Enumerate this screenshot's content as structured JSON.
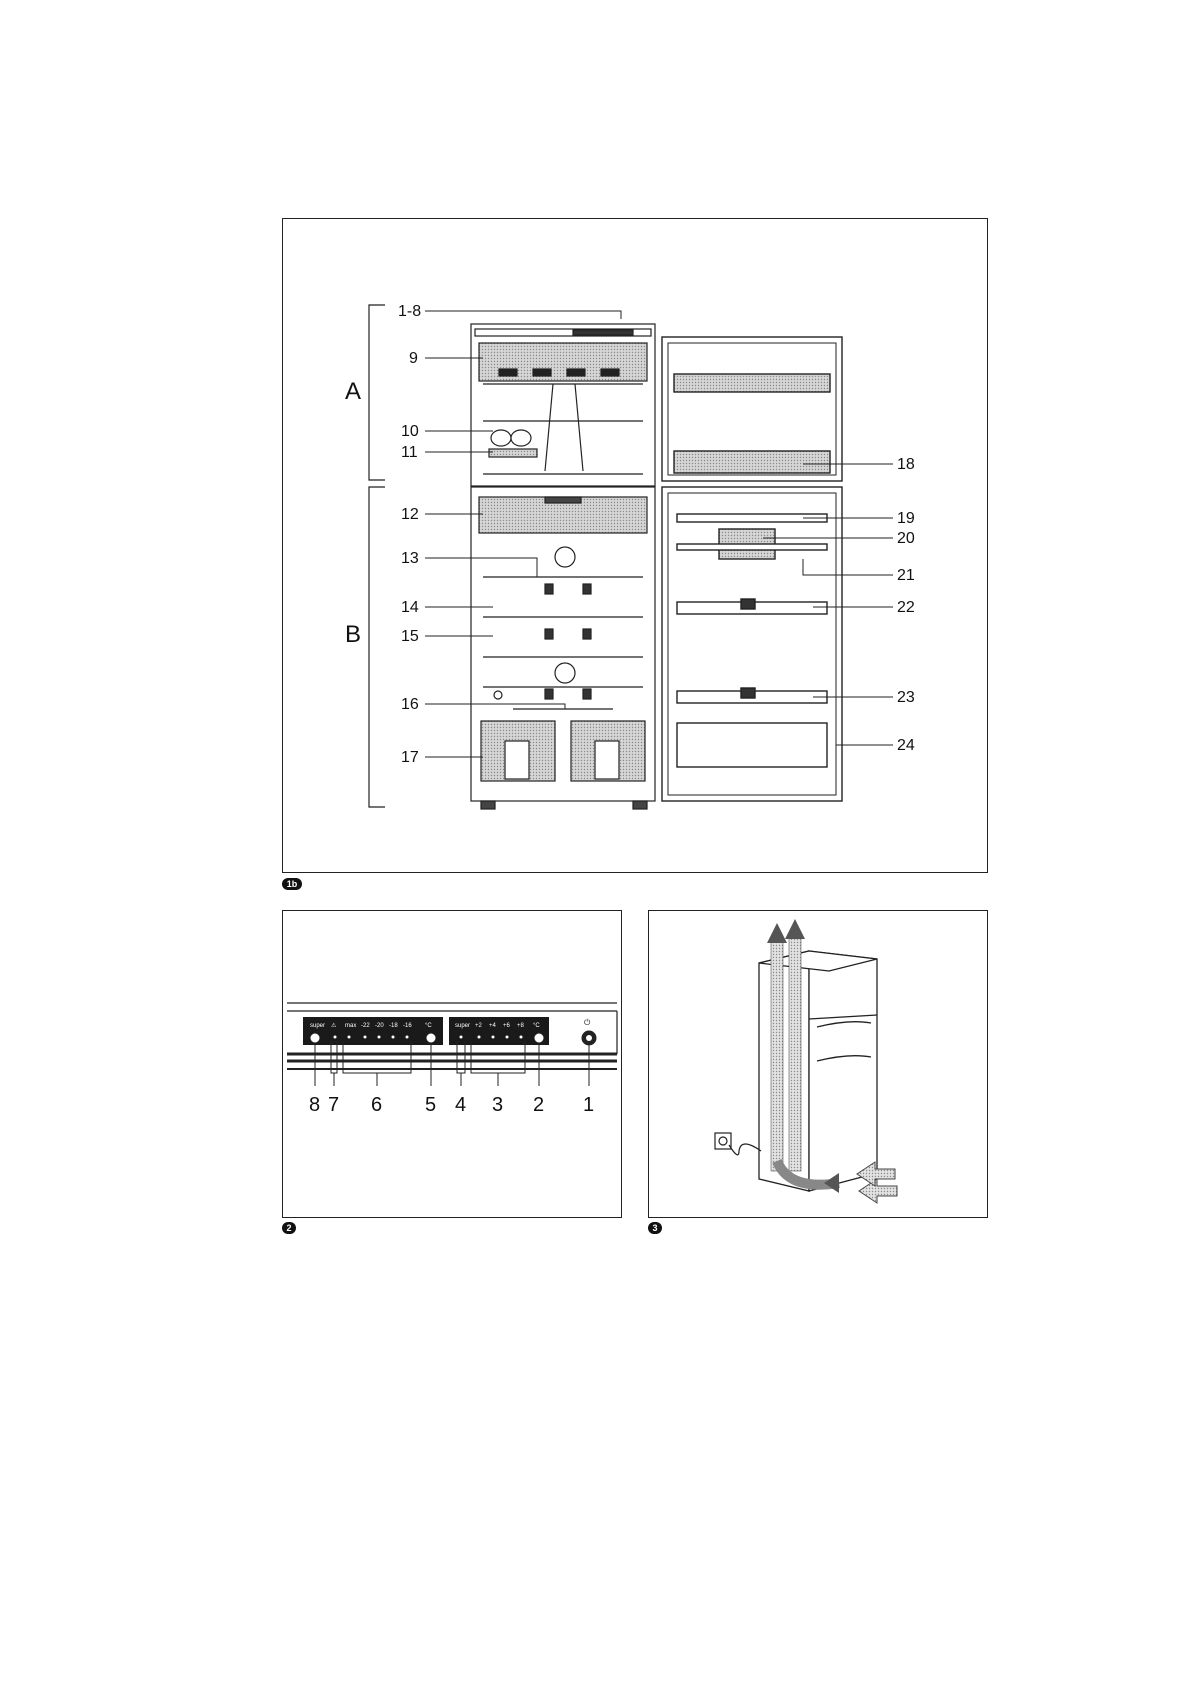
{
  "figure_1b": {
    "tag": "1b",
    "sections": [
      {
        "id": "A",
        "label": "A"
      },
      {
        "id": "B",
        "label": "B"
      }
    ],
    "callouts_left": [
      "1-8",
      "9",
      "10",
      "11",
      "12",
      "13",
      "14",
      "15",
      "16",
      "17"
    ],
    "callouts_right": [
      "18",
      "19",
      "20",
      "21",
      "22",
      "23",
      "24"
    ]
  },
  "figure_2": {
    "tag": "2",
    "freezer_panel": {
      "labels": [
        "super",
        "⚠",
        "max",
        "-22",
        "-20",
        "-18",
        "-16",
        "°C"
      ]
    },
    "fridge_panel": {
      "labels": [
        "super",
        "+2",
        "+4",
        "+6",
        "+8",
        "°C"
      ]
    },
    "power_symbol": "⏻",
    "callouts": [
      "8",
      "7",
      "6",
      "5",
      "4",
      "3",
      "2",
      "1"
    ]
  },
  "figure_3": {
    "tag": "3"
  },
  "colors": {
    "ink": "#111111",
    "panel": "#1a1a1a",
    "shade": "#bdbdbd"
  }
}
